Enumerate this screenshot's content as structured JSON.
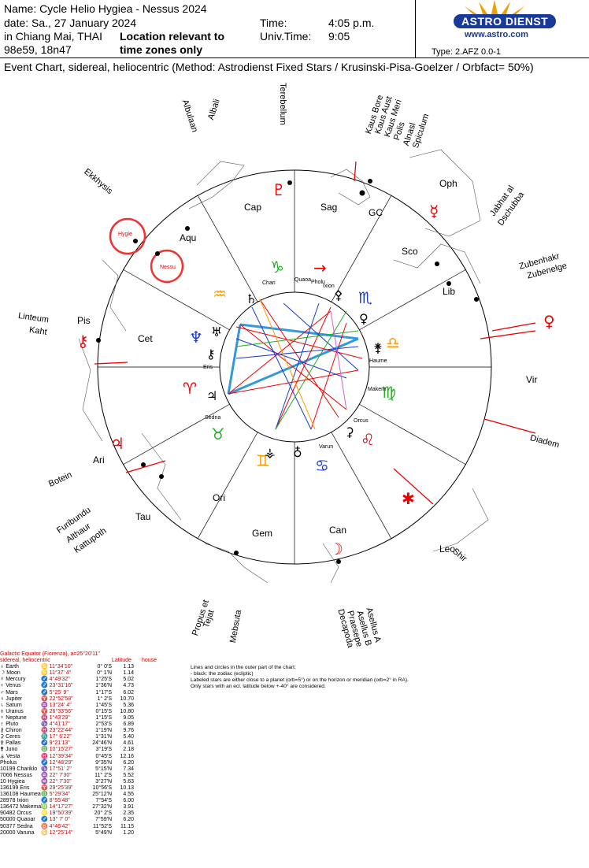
{
  "header": {
    "name": "Name: Cycle Helio Hygiea - Nessus 2024",
    "date": "date: Sa., 27 January 2024",
    "place": "in Chiang Mai, THAI",
    "coords": "98e59, 18n47",
    "time_label": "Time:",
    "time_value": "4:05 p.m.",
    "univ_label": "Univ.Time:",
    "univ_value": "9:05",
    "note": "Location relevant to time zones only"
  },
  "logo": {
    "brand": "ASTRO DIENST",
    "url": "www.astro.com"
  },
  "type": "Type: 2.AFZ   0.0-1",
  "method": "Event Chart, sidereal, heliocentric  (Method: Astrodienst Fixed Stars / Krusinski-Pisa-Goelzer / Orbfact= 50%)",
  "signs": [
    "Cap",
    "Sag",
    "Oph",
    "Sco",
    "Lib",
    "Vir",
    "Leo",
    "Can",
    "Gem",
    "Ori",
    "Tau",
    "Ari",
    "Cet",
    "Pis",
    "Aqu",
    "GC"
  ],
  "star_labels": [
    "Albali",
    "Albulaan",
    "Terebellum",
    "Kaus Bore",
    "Kaus Aust",
    "Kaus Meri",
    "Polis",
    "Alnasl",
    "Spiculum",
    "Jabhat al",
    "Dschubba",
    "Ekkhysis",
    "Zubenhakr",
    "Zubenelge",
    "Linteum",
    "Kaht",
    "Botein",
    "Furibundu",
    "Althaur",
    "Kattupoth",
    "Diadem",
    "Shir",
    "Propus et",
    "Tejat",
    "Mebsuta",
    "Asellus A",
    "Asellus B",
    "Praesepe",
    "Decapoda"
  ],
  "planet_labels": [
    "Hygie",
    "Nessu",
    "Chari",
    "Quaoa",
    "Pholu",
    "Ixion",
    "Eris",
    "Sedna",
    "Varun",
    "Orcus",
    "Haume",
    "Makem"
  ],
  "highlighted": [
    "Hygie",
    "Nessu"
  ],
  "table": {
    "title": "Galactic Equator (Fiorenza), a=25°20'11\"",
    "subtitle": "sidereal, heliocentric",
    "col_lat": "Latitude",
    "col_house": "house",
    "rows": [
      [
        "♁ Earth",
        "♋ 11°34'10\"",
        "0° 0'S",
        "1.13"
      ],
      [
        "☽ Moon",
        "♋ 11°37' 4\"",
        "0° 1'N",
        "1.14"
      ],
      [
        "☿ Mercury",
        "♐ 4°49'32\"",
        "1°25'S",
        "5.02"
      ],
      [
        "♀ Venus",
        "♐ 23°31'16\"",
        "1°36'N",
        "4.73"
      ],
      [
        "♂ Mars",
        "♐ 5°25' 9\"",
        "1°17'S",
        "6.02"
      ],
      [
        "♃ Jupiter",
        "♈ 22°52'58\"",
        "1° 2'S",
        "10.70"
      ],
      [
        "♄ Saturn",
        "♒ 13°24' 4\"",
        "1°45'S",
        "5.36"
      ],
      [
        "♅ Uranus",
        "♈ 26°33'56\"",
        "0°15'S",
        "10.80"
      ],
      [
        "♆ Neptune",
        "♓ 1°43'29\"",
        "1°15'S",
        "9.05"
      ],
      [
        "♇ Pluto",
        "♑ 4°41'17\"",
        "2°53'S",
        "6.89"
      ],
      [
        "⚷ Chiron",
        "♓ 23°22'44\"",
        "1°19'N",
        "9.76"
      ],
      [
        "⚳ Ceres",
        "♏ 17° 6'22\"",
        "1°31'N",
        "5.40"
      ],
      [
        "⚴ Pallas",
        "♐ 9°21'13\"",
        "24°46'N",
        "4.61"
      ],
      [
        "⚵ Juno",
        "♎ 10°15'27\"",
        "3°19'S",
        "2.18"
      ],
      [
        "⚶ Vesta",
        "♓ 12°39'34\"",
        "0°45'S",
        "12.16"
      ],
      [
        "Pholus",
        "♐ 12°48'29\"",
        "9°35'N",
        "6.20"
      ],
      [
        "10199 Chariklo",
        "♑ 17°51' 2\"",
        "5°15'N",
        "7.34"
      ],
      [
        "7066 Nessus",
        "♒ 22° 7'30\"",
        "11° 2'S",
        "5.52"
      ],
      [
        "10 Hygiea",
        "♒ 22° 7'30\"",
        "3°27'N",
        "5.63"
      ],
      [
        "136199 Eris",
        "♈ 29°25'39\"",
        "10°56'S",
        "10.13"
      ],
      [
        "136108 Haumea",
        "♎ 5°29'34\"",
        "25°12'N",
        "4.55"
      ],
      [
        "28978 Ixion",
        "♐ 8°55'48\"",
        "7°54'S",
        "6.00"
      ],
      [
        "136472 Makemake",
        "♍ 14°17'27\"",
        "27°32'N",
        "3.91"
      ],
      [
        "90482 Orcus",
        "♌ 19°50'39\"",
        "20° 2'S",
        "2.35"
      ],
      [
        "50000 Quaoar",
        "♐ 13° 7' 0\"",
        "7°59'N",
        "6.20"
      ],
      [
        "90377 Sedna",
        "♉ 4°46'42\"",
        "11°52'S",
        "11.15"
      ],
      [
        "20000 Varuna",
        "♋ 12°25'14\"",
        "5°49'N",
        "1.20"
      ]
    ]
  },
  "notes": [
    "Lines and circles in the outer part of the chart:",
    "- black: the zodiac (ecliptic)",
    "Labeled stars are either close to a planet (orb=5°) or on the horizon or meridian (orb=2° in RA).",
    "Only stars with an ecl. latitude below +-40° are considered."
  ]
}
